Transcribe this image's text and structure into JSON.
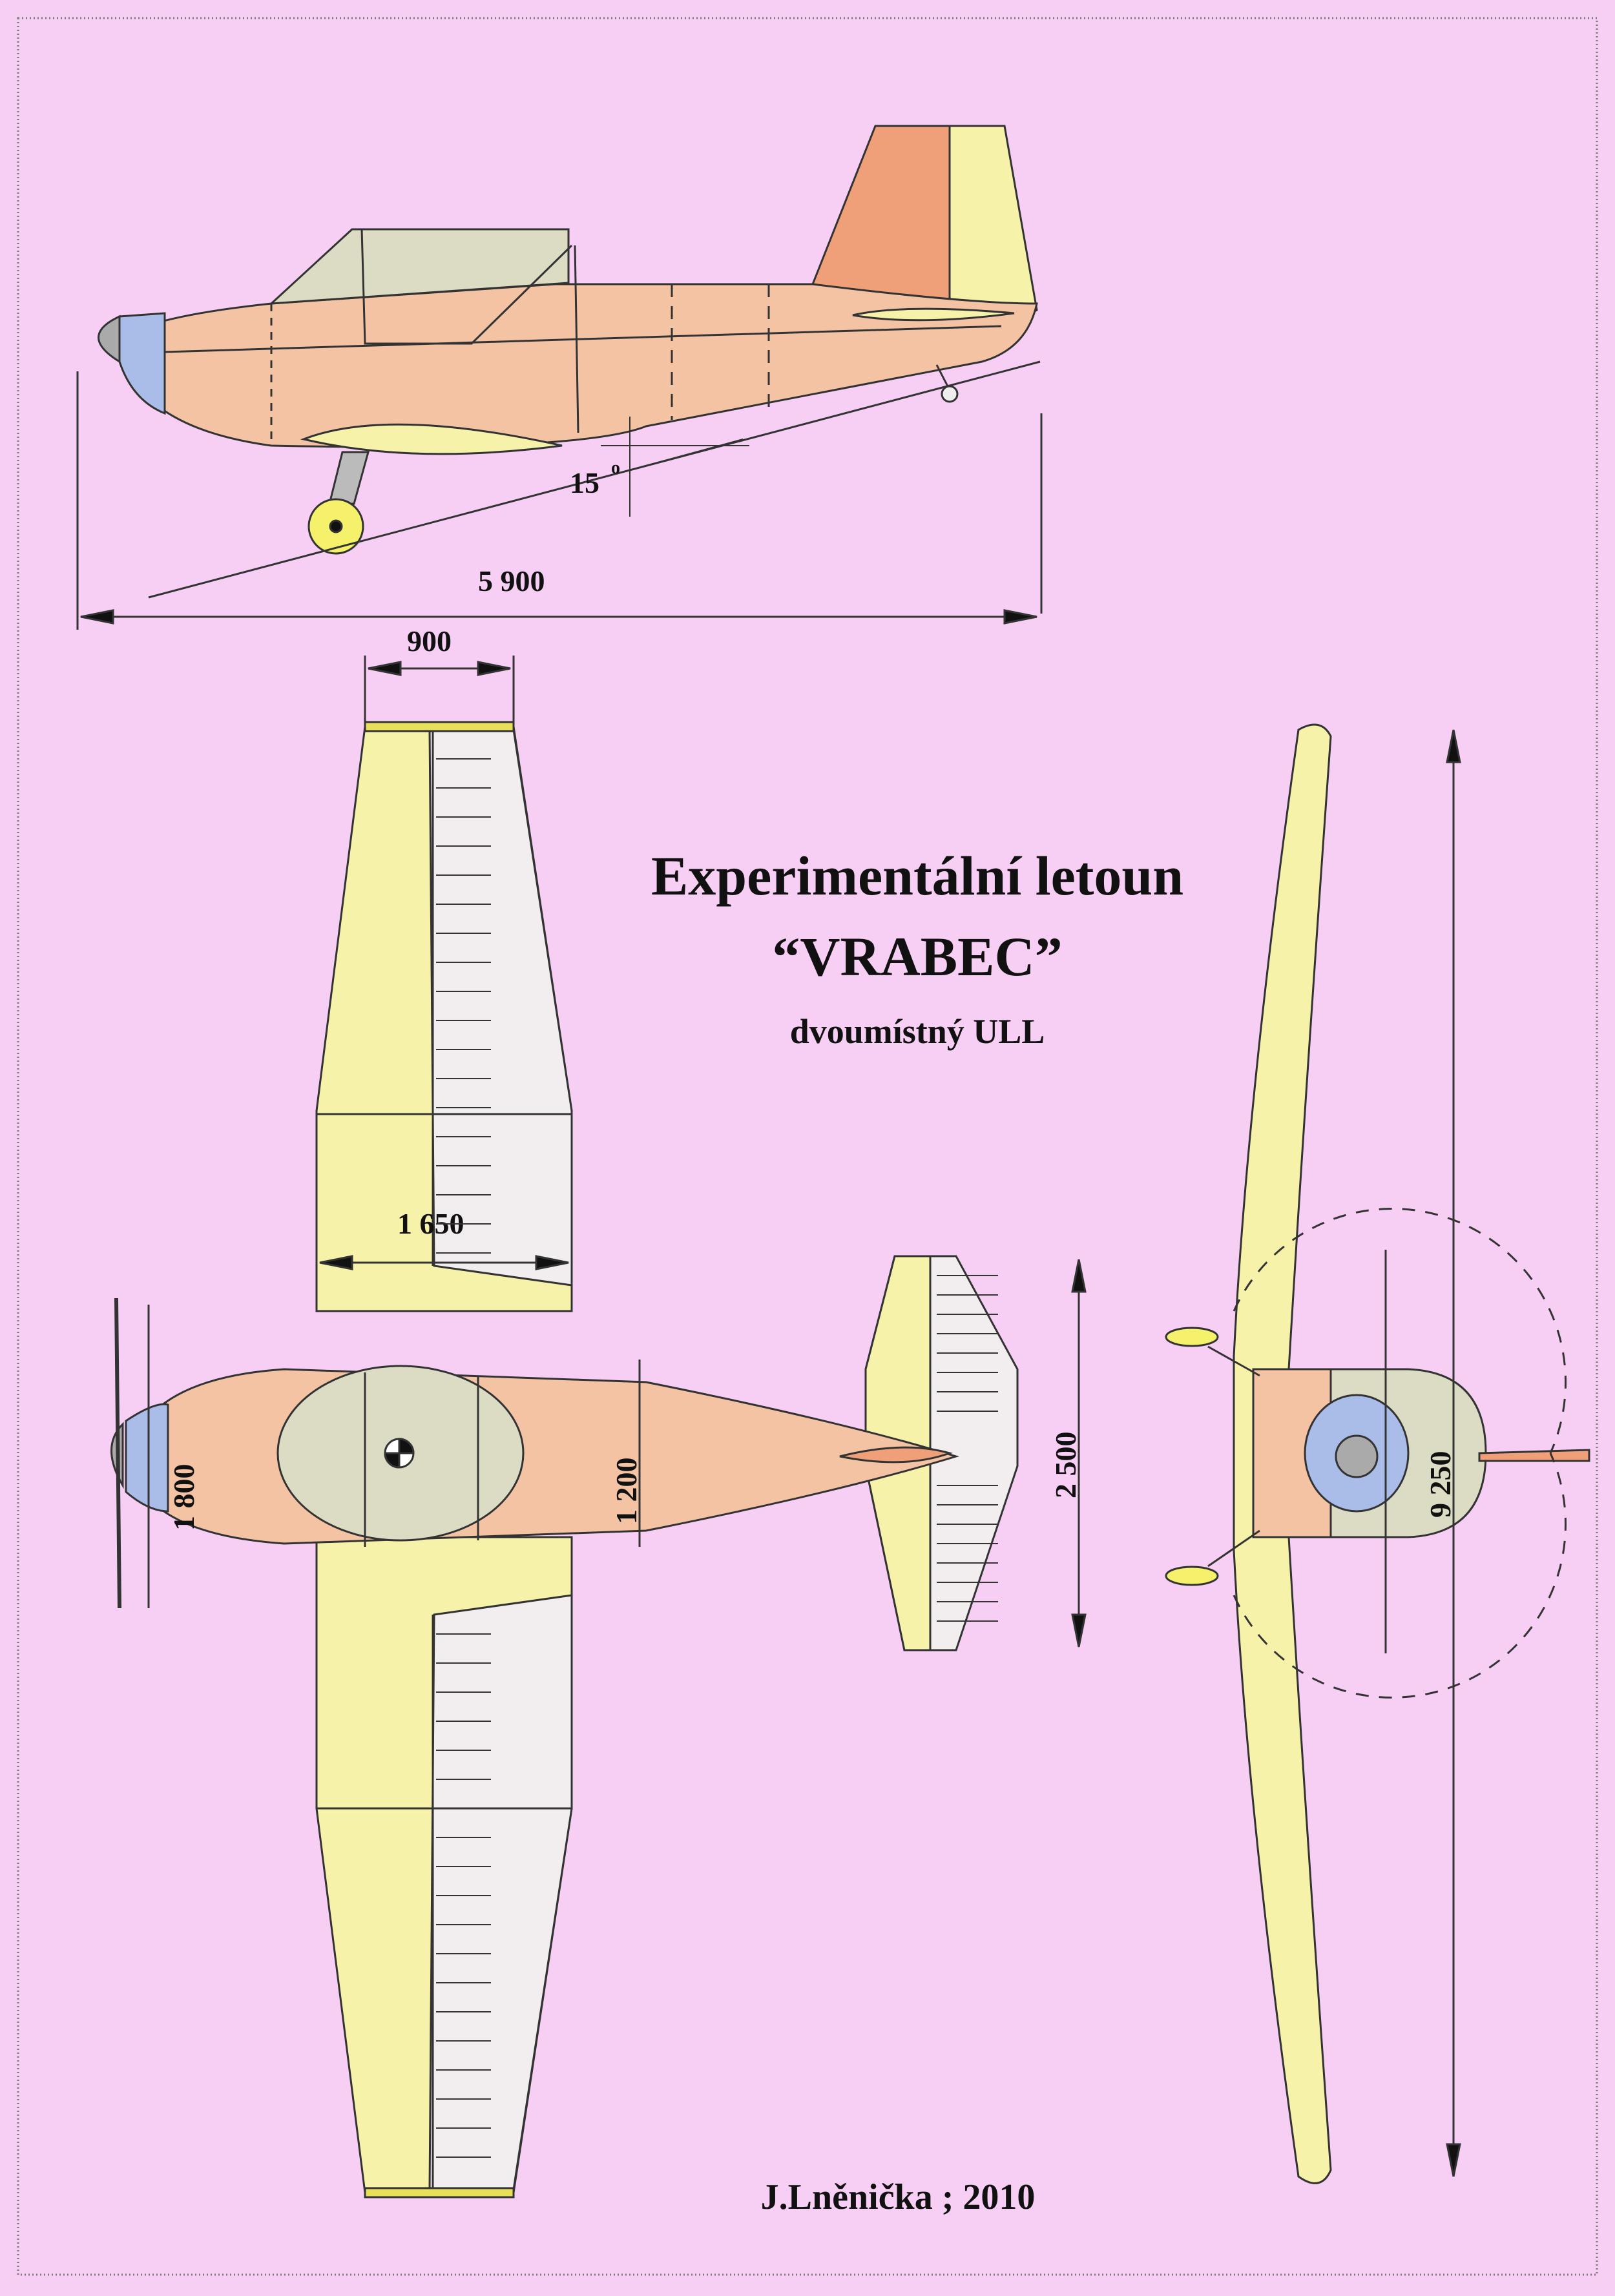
{
  "title": "Experimentální  letoun",
  "name": "“VRABEC”",
  "subtitle": "dvoumístný ULL",
  "author": "J.Lněnička ; 2010",
  "dimensions": {
    "side_length": "5 900",
    "angle": "15",
    "angle_unit": "o",
    "tip_chord": "900",
    "root_chord": "1 650",
    "prop_diameter": "1 800",
    "fuselage_width": "1 200",
    "tail_span": "2 500",
    "wing_span": "9 250"
  },
  "colors": {
    "background": "#f8cff4",
    "wing": "#f7f2a9",
    "fuselage": "#f4c3a4",
    "canopy": "#dcdcc4",
    "rudder": "#f0a078",
    "spinner": "#a9bde8",
    "flap": "#f2eef0"
  }
}
